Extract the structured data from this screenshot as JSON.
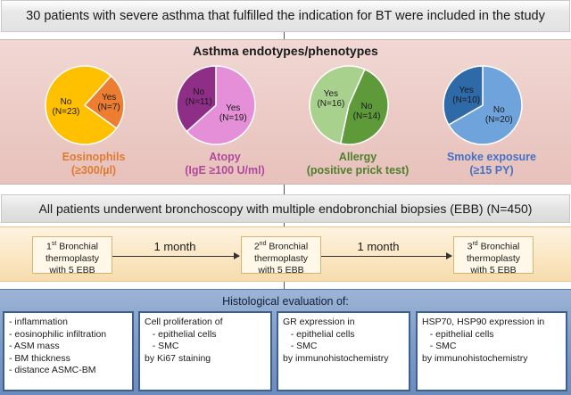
{
  "header": {
    "text": "30 patients with severe asthma that fulfilled the indication for BT were included in the study"
  },
  "phenotypes": {
    "title": "Asthma endotypes/phenotypes",
    "charts": [
      {
        "name_line1": "Eosinophils",
        "name_line2": "(≥300/µl)",
        "name_color": "#e07a30",
        "slices": [
          {
            "label": "No",
            "count": "(N=23)",
            "value": 23,
            "color": "#ffc000"
          },
          {
            "label": "Yes",
            "count": "(N=7)",
            "value": 7,
            "color": "#ed7d31"
          }
        ]
      },
      {
        "name_line1": "Atopy",
        "name_line2": "(IgE ≥100 U/ml)",
        "name_color": "#b0489c",
        "slices": [
          {
            "label": "Yes",
            "count": "(N=19)",
            "value": 19,
            "color": "#e48fd8"
          },
          {
            "label": "No",
            "count": "(N=11)",
            "value": 11,
            "color": "#8e2e86"
          }
        ]
      },
      {
        "name_line1": "Allergy",
        "name_line2": "(positive prick test)",
        "name_color": "#4f7f2c",
        "slices": [
          {
            "label": "Yes",
            "count": "(N=16)",
            "value": 16,
            "color": "#a9d18e"
          },
          {
            "label": "No",
            "count": "(N=14)",
            "value": 14,
            "color": "#5e9a3a"
          }
        ]
      },
      {
        "name_line1": "Smoke exposure",
        "name_line2": "(≥15 PY)",
        "name_color": "#4472c4",
        "slices": [
          {
            "label": "No",
            "count": "(N=20)",
            "value": 20,
            "color": "#6fa3dc"
          },
          {
            "label": "Yes",
            "count": "(N=10)",
            "value": 10,
            "color": "#2e6aa8"
          }
        ]
      }
    ]
  },
  "bronchoscopy": {
    "text": "All patients underwent bronchoscopy with multiple endobronchial biopsies (EBB) (N=450)"
  },
  "flow": {
    "steps": [
      {
        "ordinal": "1",
        "suffix": "st",
        "line1_rest": " Bronchial",
        "line2": "thermoplasty",
        "line3": "with 5 EBB"
      },
      {
        "ordinal": "2",
        "suffix": "nd",
        "line1_rest": " Bronchial",
        "line2": "thermoplasty",
        "line3": "with 5 EBB"
      },
      {
        "ordinal": "3",
        "suffix": "rd",
        "line1_rest": " Bronchial",
        "line2": "thermoplasty",
        "line3": "with 5 EBB"
      }
    ],
    "intervals": [
      "1 month",
      "1 month"
    ]
  },
  "histology": {
    "title": "Histological evaluation of:",
    "boxes": [
      {
        "lines": [
          "- inflammation",
          "- eosinophilic infiltration",
          "- ASM mass",
          "- BM thickness",
          "- distance ASMC-BM"
        ]
      },
      {
        "lines": [
          "Cell proliferation of",
          "   - epithelial cells",
          "   - SMC",
          "by Ki67 staining"
        ]
      },
      {
        "lines": [
          "GR expression in",
          "   - epithelial cells",
          "   - SMC",
          "by immunohistochemistry"
        ]
      },
      {
        "lines": [
          "HSP70, HSP90 expression in",
          "   - epithelial cells",
          "   - SMC",
          "by immunohistochemistry"
        ]
      }
    ]
  },
  "chart_data": [
    {
      "type": "pie",
      "title": "Eosinophils (≥300/µl)",
      "categories": [
        "No",
        "Yes"
      ],
      "values": [
        23,
        7
      ]
    },
    {
      "type": "pie",
      "title": "Atopy (IgE ≥100 U/ml)",
      "categories": [
        "Yes",
        "No"
      ],
      "values": [
        19,
        11
      ]
    },
    {
      "type": "pie",
      "title": "Allergy (positive prick test)",
      "categories": [
        "Yes",
        "No"
      ],
      "values": [
        16,
        14
      ]
    },
    {
      "type": "pie",
      "title": "Smoke exposure (≥15 PY)",
      "categories": [
        "No",
        "Yes"
      ],
      "values": [
        20,
        10
      ]
    }
  ]
}
